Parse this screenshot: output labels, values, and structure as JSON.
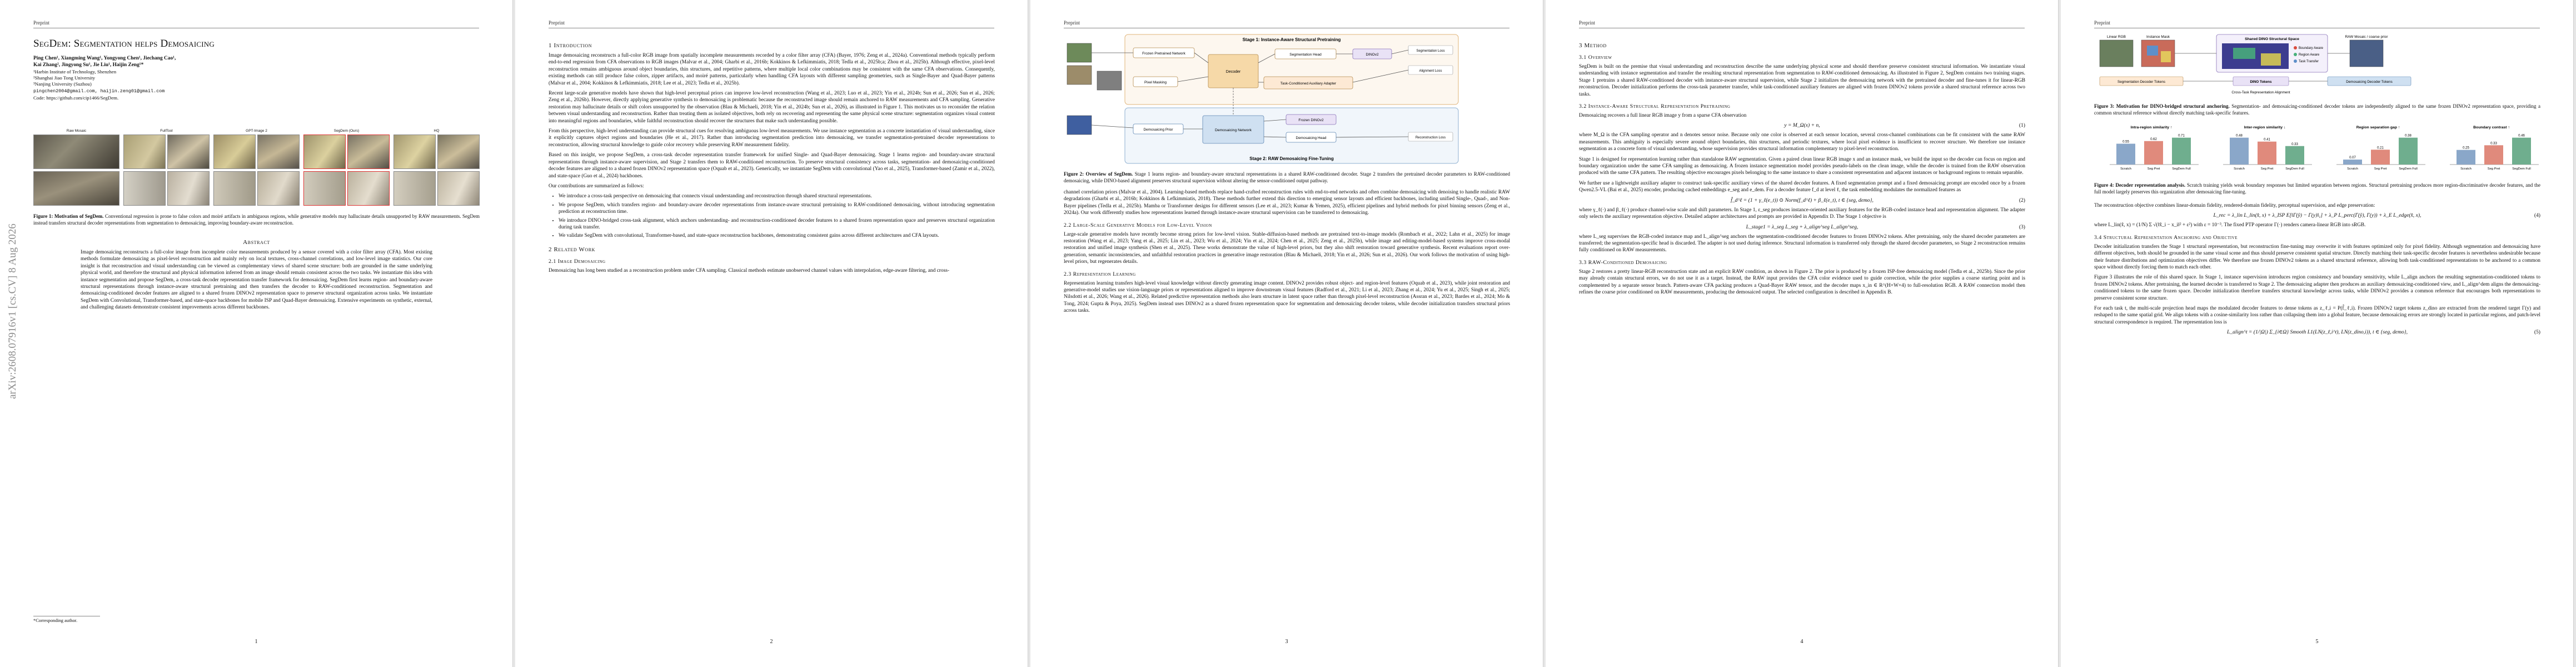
{
  "header": {
    "running_head": "Preprint"
  },
  "arxiv_id": "arXiv:2608.07916v1  [cs.CV]  8 Aug 2026",
  "page_numbers": [
    "1",
    "2",
    "3",
    "4",
    "5"
  ],
  "paper": {
    "title": "SegDem: Segmentation helps Demosaicing",
    "authors_line1": "Ping Chen¹, Xiangming Wang¹, Yongyong Chen¹, Jiechang Cao¹,",
    "authors_line2": "Kai Zhang², Jingyong Su¹, Jie Liu¹, Haijin Zeng¹*",
    "affiliations": [
      "¹Harbin Institute of Technology, Shenzhen",
      "²Shanghai Jiao Tong University",
      "³Nanjing University (Suzhou)"
    ],
    "emails": "pingchen2004@gmail.com, haijin.zeng01@gmail.com",
    "code": "Code: https://github.com/cip1466/SegDem.",
    "footnote": "*Corresponding author."
  },
  "fig1": {
    "columns": [
      "Raw Mosaic",
      "FullTool",
      "GPT-Image 2",
      "SegDem (Ours)",
      "HQ"
    ],
    "caption_bold": "Figure 1: Motivation of SegDem.",
    "caption": " Conventional regression is prone to false colors and moiré artifacts in ambiguous regions, while generative models may hallucinate details unsupported by RAW measurements. SegDem instead transfers structural decoder representations from segmentation to demosaicing, improving boundary-aware reconstruction."
  },
  "abstract": {
    "heading": "Abstract",
    "text": "Image demosaicing reconstructs a full-color image from incomplete color measurements produced by a sensor covered with a color filter array (CFA). Most existing methods formulate demosaicing as pixel-level reconstruction and mainly rely on local textures, cross-channel correlations, and low-level image statistics. Our core insight is that reconstruction and visual understanding can be viewed as complementary views of shared scene structure: both are grounded in the same underlying physical world, and therefore the structural and physical information inferred from an image should remain consistent across the two tasks. We instantiate this idea with instance segmentation and propose SegDem, a cross-task decoder representation transfer framework for demosaicing. SegDem first learns region- and boundary-aware structural representations through instance-aware structural pretraining and then transfers the decoder to RAW-conditioned reconstruction. Segmentation and demosaicing-conditioned decoder features are aligned to a shared frozen DINOv2 representation space to preserve structural organization across tasks. We instantiate SegDem with Convolutional, Transformer-based, and state-space backbones for mobile ISP and Quad-Bayer demosaicing. Extensive experiments on synthetic, external, and challenging datasets demonstrate consistent improvements across different backbones."
  },
  "intro": {
    "heading": "1   Introduction",
    "p1": "Image demosaicing reconstructs a full-color RGB image from spatially incomplete measurements recorded by a color filter array (CFA) (Bayer, 1976; Zeng et al., 2024a). Conventional methods typically perform end-to-end regression from CFA observations to RGB images (Malvar et al., 2004; Gharbi et al., 2016b; Kokkinos & Lefkimmiatis, 2018; Tedla et al., 2025b;a; Zhou et al., 2025b). Although effective, pixel-level reconstruction remains ambiguous around object boundaries, thin structures, and repetitive patterns, where multiple local color combinations may be consistent with the same CFA observations. Consequently, existing methods can still produce false colors, zipper artifacts, and moiré patterns, particularly when handling CFA layouts with different sampling geometries, such as Single-Bayer and Quad-Bayer patterns (Malvar et al., 2004; Kokkinos & Lefkimmiatis, 2018; Lee et al., 2023; Tedla et al., 2025b).",
    "p2": "Recent large-scale generative models have shown that high-level perceptual priors can improve low-level reconstruction (Wang et al., 2023; Luo et al., 2023; Yin et al., 2024b; Sun et al., 2026; Sun et al., 2026; Zeng et al., 2026b). However, directly applying generative synthesis to demosaicing is problematic because the reconstructed image should remain anchored to RAW measurements and CFA sampling. Generative restoration may hallucinate details or shift colors unsupported by the observation (Blau & Michaeli, 2018; Yin et al., 2024b; Sun et al., 2026), as illustrated in Figure 1. This motivates us to reconsider the relation between visual understanding and reconstruction. Rather than treating them as isolated objectives, both rely on recovering and representing the same physical scene structure: segmentation organizes visual content into meaningful regions and boundaries, while faithful reconstruction should recover the structures that make such understanding possible.",
    "p3": "From this perspective, high-level understanding can provide structural cues for resolving ambiguous low-level measurements. We use instance segmentation as a concrete instantiation of visual understanding, since it explicitly captures object regions and boundaries (He et al., 2017). Rather than introducing segmentation prediction into demosaicing, we transfer segmentation-pretrained decoder representations to reconstruction, allowing structural knowledge to guide color recovery while preserving RAW measurement fidelity.",
    "p4": "Based on this insight, we propose SegDem, a cross-task decoder representation transfer framework for unified Single- and Quad-Bayer demosaicing. Stage 1 learns region- and boundary-aware structural representations through instance-aware supervision, and Stage 2 transfers them to RAW-conditioned reconstruction. To preserve structural consistency across tasks, segmentation- and demosaicing-conditioned decoder features are aligned to a shared frozen DINOv2 representation space (Oquab et al., 2023). Generically, we instantiate SegDem with convolutional (Yao et al., 2025), Transformer-based (Zamir et al., 2022), and state-space (Guo et al., 2024) backbones.",
    "contrib_intro": "Our contributions are summarized as follows:",
    "contrib": [
      "We introduce a cross-task perspective on demosaicing that connects visual understanding and reconstruction through shared structural representations.",
      "We propose SegDem, which transfers region- and boundary-aware decoder representations from instance-aware structural pretraining to RAW-conditioned demosaicing, without introducing segmentation prediction at reconstruction time.",
      "We introduce DINO-bridged cross-task alignment, which anchors understanding- and reconstruction-conditioned decoder features to a shared frozen representation space and preserves structural organization during task transfer.",
      "We validate SegDem with convolutional, Transformer-based, and state-space reconstruction backbones, demonstrating consistent gains across different architectures and CFA layouts."
    ]
  },
  "related": {
    "heading": "2   Related Work",
    "s21": "2.1   Image Demosaicing",
    "s21_text": "Demosaicing has long been studied as a reconstruction problem under CFA sampling. Classical methods estimate unobserved channel values with interpolation, edge-aware filtering, and cross-"
  },
  "p3": {
    "stage1_title": "Stage 1: Instance-Aware Structural Pretraining",
    "stage2_title": "Stage 2: RAW Demosaicing Fine-Tuning",
    "blocks": [
      "Frozen Pretrained Network",
      "Decoder",
      "Segmentation Head",
      "DINOv2",
      "Task-Conditioned Auxiliary Adapter",
      "Pixel Masking",
      "Demosaicing Network",
      "Frozen DINOv2",
      "Demosaicing Head",
      "Demosaicing Prior",
      "Segmentation Loss",
      "Alignment Loss",
      "Reconstruction Loss"
    ],
    "caption_bold": "Figure 2: Overview of SegDem.",
    "caption": " Stage 1 learns region- and boundary-aware structural representations in a shared RAW-conditioned decoder. Stage 2 transfers the pretrained decoder parameters to RAW-conditioned demosaicing, while DINO-based alignment preserves structural supervision without altering the sensor-conditioned output pathway.",
    "left_text": "channel correlation priors (Malvar et al., 2004). Learning-based methods replace hand-crafted reconstruction rules with end-to-end networks and often combine demosaicing with denoising to handle realistic RAW degradations (Gharbi et al., 2016b; Kokkinos & Lefkimmiatis, 2018). These methods further extend this direction to emerging sensor layouts and efficient backbones, including unified Single-, Quad-, and Non-Bayer pipelines (Tedla et al., 2025b). Mamba or Transformer designs for different sensors (Lee et al., 2023; Kumar & Yemen, 2025), efficient pipelines and hybrid methods for pixel binning sensors (Zeng et al., 2024a). Our work differently studies how representations learned through instance-aware structural supervision can be transferred to demosaicing.",
    "s22": "2.2   Large-Scale Generative Models for Low-Level Vision",
    "s22_text": "Large-scale generative models have recently become strong priors for low-level vision. Stable-diffusion-based methods are pretrained text-to-image models (Rombach et al., 2022; Lahn et al., 2025) for image restoration (Wang et al., 2023; Yang et al., 2025; Lin et al., 2023; Wu et al., 2024; Yin et al., 2024; Chen et al., 2025; Zeng et al., 2025b), while image and editing-model-based systems improve cross-modal restoration and unified image synthesis (Shen et al., 2025). These works demonstrate the value of high-level priors, but they also shift restoration toward generative synthesis. Recent evaluations report over-generation, semantic inconsistencies, and unfaithful restoration practices in generative image restoration (Blau & Michaeli, 2018; Yin et al., 2026; Sun et al., 2026). Our work follows the motivation of using high-level priors, but regenerates details.",
    "s23": "2.3   Representation Learning",
    "s23_text": "Representation learning transfers high-level visual knowledge without directly generating image content. DINOv2 provides robust object- and region-level features (Oquab et al., 2023), while joint restoration and generative-model studies use vision-language priors or representations aligned to improve downstream visual features (Radford et al., 2021; Li et al., 2023; Zhang et al., 2024; Yu et al., 2025; Singh et al., 2025; Nilsdotti et al., 2026; Wang et al., 2026). Related predictive representation methods also learn structure in latent space rather than through pixel-level reconstruction (Assran et al., 2023; Bardes et al., 2024; Mo & Tong, 2024; Gupta & Poya, 2025). SegDem instead uses DINOv2 as a shared frozen representation space for segmentation and demosaicing decoder tokens, while decoder initialization transfers structural priors across tasks."
  },
  "p4": {
    "s3": "3   Method",
    "s31": "3.1   Overview",
    "s31_text": "SegDem is built on the premise that visual understanding and reconstruction describe the same underlying physical scene and should therefore preserve consistent structural information. We instantiate visual understanding with instance segmentation and transfer the resulting structural representation from segmentation to RAW-conditioned demosaicing. As illustrated in Figure 2, SegDem contains two training stages. Stage 1 pretrains a shared RAW-conditioned decoder with instance-aware structural supervision, while Stage 2 initializes the demosaicing network with the pretrained decoder and fine-tunes it for linear-RGB reconstruction. Decoder initialization performs the cross-task parameter transfer, while task-conditioned auxiliary features are aligned with frozen DINOv2 tokens provide a shared structural reference across two tasks.",
    "s32": "3.2   Instance-Aware Structural Representation Pretraining",
    "s32_text1": "Demosaicing recovers a full linear RGB image y from a sparse CFA observation",
    "eq1": "y = M_Ω(x) + n,",
    "eq1_num": "(1)",
    "s32_text2": "where M_Ω is the CFA sampling operator and n denotes sensor noise. Because only one color is observed at each sensor location, several cross-channel combinations can be fit consistent with the same RAW measurements. This ambiguity is especially severe around object boundaries, thin structures, and periodic textures, where local pixel evidence is insufficient to recover structure. We therefore use instance segmentation as a concrete form of visual understanding, whose supervision provides structural information complementary to pixel-level reconstruction.",
    "s32_text3": "Stage 1 is designed for representation learning rather than standalone RAW segmentation. Given a paired clean linear RGB image x and an instance mask, we build the input so the decoder can focus on region and boundary organization under the same CFA sampling as demosaicing. A frozen instance segmentation model provides pseudo-labels on the clean image, while the decoder is trained from the RAW observation produced with the same CFA pattern. The resulting objective encourages pixels belonging to the same instance to share a consistent representation and adjacent instances or background regions to remain separable.",
    "s32_text4": "We further use a lightweight auxiliary adapter to construct task-specific auxiliary views of the shared decoder features. A fixed segmentation prompt and a fixed demosaicing prompt are encoded once by a frozen Qwen2.5-VL (Bai et al., 2025) encoder, producing cached embeddings e_seg and e_dem. For a decoder feature f_d at level ℓ, the task embedding modulates the normalized features as",
    "eq2": "f̂_d^ℓ = (1 + γ_ℓ(e_t)) ⊙ Norm(f_d^ℓ) + β_ℓ(e_t),   t ∈ {seg, demo},",
    "eq2_num": "(2)",
    "s32_text5": "where γ_ℓ(·) and β_ℓ(·) produce channel-wise scale and shift parameters. In Stage 1, ε_seg produces instance-oriented auxiliary features for the RGB-coded instance head and representation alignment. The adapter only selects the auxiliary representation objective. Detailed adapter architectures and prompts are provided in Appendix D. The Stage 1 objective is",
    "eq3": "L_stage1 = λ_seg L_seg + λ_align^seg L_align^seg,",
    "eq3_num": "(3)",
    "s32_text6": "where L_seg supervises the RGB-coded instance map and L_align^seg anchors the segmentation-conditioned decoder features to frozen DINOv2 tokens. After pretraining, only the shared decoder parameters are transferred; the segmentation-specific head is discarded. The adapter is not used during inference. Structural information is transferred only through the shared decoder parameters, so Stage 2 reconstruction remains fully conditioned on RAW measurements.",
    "s33": "3.3   RAW-Conditioned Demosaicing",
    "s33_text": "Stage 2 restores a pretty linear-RGB reconstruction state and an explicit RAW condition, as shown in Figure 2. The prior is produced by a frozen ISP-free demosaicing model (Tedla et al., 2025b). Since the prior may already contain structural errors, we do not use it as a target. Instead, the RAW input provides the CFA color evidence used to guide correction, while the prior supplies a coarse starting point and is complemented by a separate sensor branch. Pattern-aware CFA packing produces a Quad-Bayer RAW tensor, and the decoder maps x_in ∈ R^(H×W×4) to full-resolution RGB. A RAW connection model then refines the coarse prior conditioned on RAW measurements, producing the demosaiced output. The selected configuration is described in Appendix B."
  },
  "p5": {
    "fig3_labels": [
      "Linear RGB",
      "Instance Mask",
      "Shared DINO Structural Space",
      "RAW Mosaic / coarse prior",
      "Boundary Aware",
      "Region Aware",
      "Task Transfer",
      "Segmentation Decoder Tokens",
      "DINO Tokens",
      "Demosaicing Decoder Tokens",
      "Cross-Task Representation Alignment"
    ],
    "caption3_bold": "Figure 3: Motivation for DINO-bridged structural anchoring.",
    "caption3": " Segmentation- and demosaicing-conditioned decoder tokens are independently aligned to the same frozen DINOv2 representation space, providing a common structural reference without directly matching task-specific features.",
    "fig4_panels": [
      {
        "title": "Intra-region similarity ↑",
        "values": [
          0.55,
          0.62,
          0.71
        ],
        "labels": [
          "Scratch",
          "Seg Pret",
          "SegDem Full"
        ]
      },
      {
        "title": "Inter-region similarity ↓",
        "values": [
          0.48,
          0.41,
          0.33
        ],
        "labels": [
          "Scratch",
          "Seg Pret",
          "SegDem Full"
        ]
      },
      {
        "title": "Region separation gap ↑",
        "values": [
          0.07,
          0.21,
          0.38
        ],
        "labels": [
          "Scratch",
          "Seg Pret",
          "SegDem Full"
        ]
      },
      {
        "title": "Boundary contrast ↑",
        "values": [
          0.25,
          0.33,
          0.46
        ],
        "labels": [
          "Scratch",
          "Seg Pret",
          "SegDem Full"
        ]
      }
    ],
    "fig4_colors": [
      "#8aa7c9",
      "#e08a7c",
      "#6fae8e"
    ],
    "caption4_bold": "Figure 4: Decoder representation analysis.",
    "caption4": " Scratch training yields weak boundary responses but limited separation between regions. Structural pretraining produces more region-discriminative decoder features, and the full model largely preserves this organization after demosaicing fine-tuning.",
    "text1": "The reconstruction objective combines linear-domain fidelity, rendered-domain fidelity, perceptual supervision, and edge preservation:",
    "eq4": "L_rec = λ_lin L_lin(x̂, x) + λ_ISP E[‖Γ(ŷ) − Γ(y)‖₁] + λ_P L_perc(Γ(ŷ), Γ(y)) + λ_E L_edge(x̂, x),",
    "eq4_num": "(4)",
    "text2": "where L_lin(x̂, x) = (1/N) Σ √(‖x̂_i − x_i‖² + ε²) with ε = 10⁻³. The fixed PTP operator Γ(·) renders camera-linear RGB into sRGB.",
    "s34": "3.4   Structural Representation Anchoring and Objective",
    "s34_text1": "Decoder initialization transfers the Stage 1 structural representation, but reconstruction fine-tuning may overwrite it with features optimized only for pixel fidelity. Although segmentation and demosaicing have different objectives, both should be grounded in the same visual scene and thus should preserve consistent spatial structure. Directly matching their task-specific decoder features is nevertheless undesirable because their feature distributions and optimization objectives differ. We therefore use frozen DINOv2 tokens as a shared structural reference, allowing both task-conditioned representations to be anchored to a common space without directly forcing them to match each other.",
    "s34_text2": "Figure 3 illustrates the role of this shared space. In Stage 1, instance supervision introduces region consistency and boundary sensitivity, while L_align anchors the resulting segmentation-conditioned tokens to frozen DINOv2 tokens. After pretraining, the learned decoder is transferred to Stage 2. The demosaicing adapter then produces an auxiliary demosaicing-conditioned view, and L_align^dem aligns the demosaicing-conditioned tokens to the same frozen space. Decoder initialization therefore transfers structural knowledge across tasks, while DINOv2 provides a common reference that encourages both representations to preserve consistent scene structure.",
    "s34_text3": "For each task t, the multi-scale projection head maps the modulated decoder features to dense tokens as z_ℓ,i = P(f̂_ℓ,i). Frozen DINOv2 target tokens z_dino are extracted from the rendered target Γ(y) and reshaped to the same spatial grid. We align tokens with a cosine-similarity loss rather than collapsing them into a global feature, because demosaicing errors are strongly located in particular regions, and patch-level structural correspondence is required. The representation loss is",
    "eq5": "L_align^t = (1/|Ω|) Σ_{i∈Ω} Smooth L1(LN(z_ℓ,i^t), LN(z_dino,i)),   t ∈ {seg, demo},",
    "eq5_num": "(5)"
  }
}
